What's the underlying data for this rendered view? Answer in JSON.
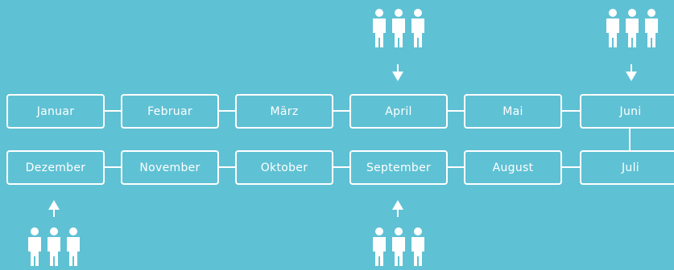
{
  "top_row": [
    "Januar",
    "Februar",
    "März",
    "April",
    "Mai",
    "Juni"
  ],
  "bottom_row": [
    "Dezember",
    "November",
    "Oktober",
    "September",
    "August",
    "Juli"
  ],
  "colors": {
    "background": "#5fc1d4",
    "foreground": "#ffffff"
  },
  "icons": {
    "people_group": "three-people-icon",
    "arrow_down": "arrow-down-icon",
    "arrow_up": "arrow-up-icon"
  }
}
